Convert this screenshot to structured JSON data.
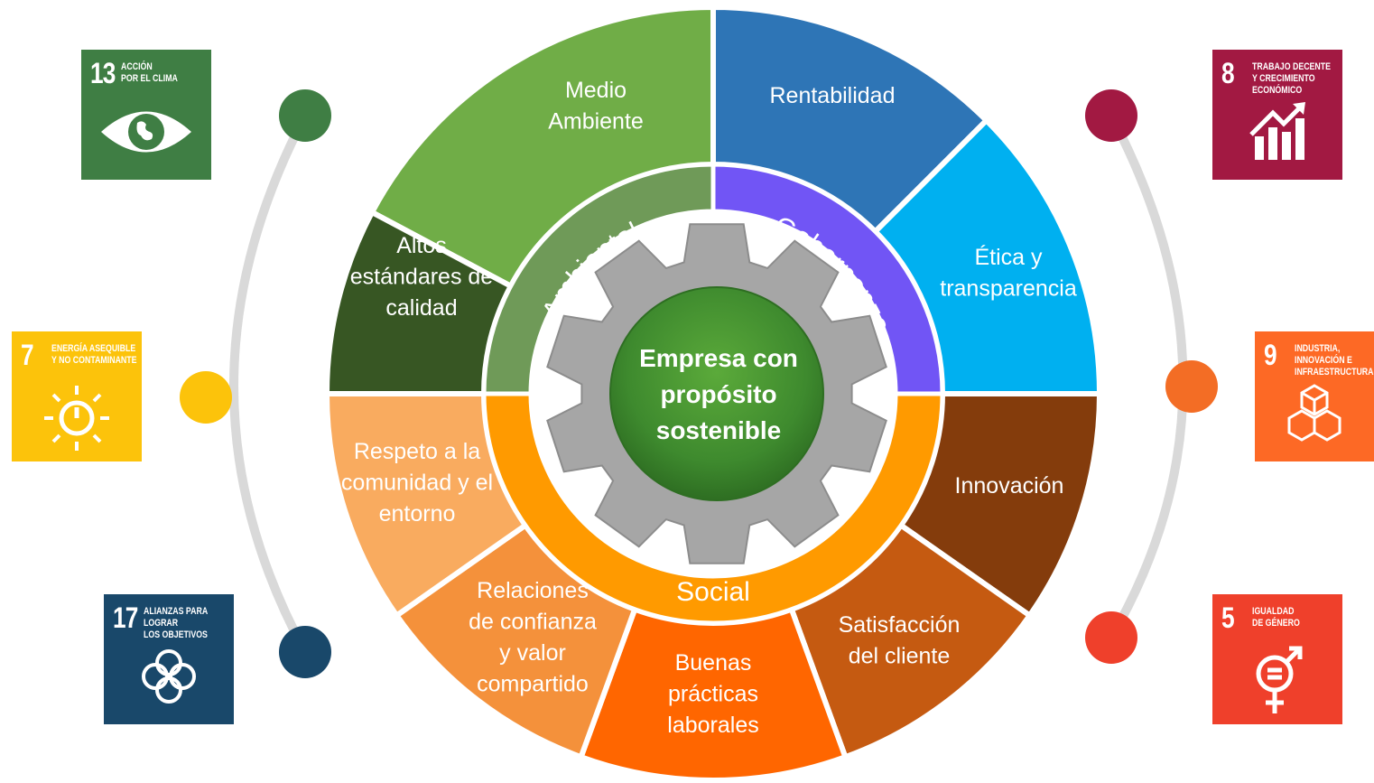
{
  "center": {
    "line1": "Empresa con",
    "line2": "propósito",
    "line3": "sostenible"
  },
  "pillars": {
    "ambiental": "Ambiental",
    "gobernanza": "Gobernanza",
    "social": "Social"
  },
  "segments": [
    {
      "key": "medio",
      "lines": [
        "Medio",
        "Ambiente"
      ],
      "color": "#70AD47"
    },
    {
      "key": "rentabilidad",
      "lines": [
        "Rentabilidad"
      ],
      "color": "#2E75B6"
    },
    {
      "key": "etica",
      "lines": [
        "Ética y",
        "transparencia"
      ],
      "color": "#00B0F0"
    },
    {
      "key": "innovacion",
      "lines": [
        "Innovación"
      ],
      "color": "#843C0C"
    },
    {
      "key": "satisfaccion",
      "lines": [
        "Satisfacción",
        "del cliente"
      ],
      "color": "#C55A11"
    },
    {
      "key": "buenas",
      "lines": [
        "Buenas",
        "prácticas",
        "laborales"
      ],
      "color": "#FF6600"
    },
    {
      "key": "relaciones",
      "lines": [
        "Relaciones",
        "de confianza",
        "y valor",
        "compartido"
      ],
      "color": "#F4913B"
    },
    {
      "key": "respeto",
      "lines": [
        "Respeto a la",
        "comunidad y el",
        "entorno"
      ],
      "color": "#F9AB5F"
    },
    {
      "key": "altos",
      "lines": [
        "Altos",
        "estándares de",
        "calidad"
      ],
      "color": "#375623"
    }
  ],
  "sdgs": {
    "s13": {
      "number": "13",
      "title": "ACCIÓN\nPOR EL CLIMA",
      "color": "#3F7E44",
      "icon": "eye-globe-icon"
    },
    "s7": {
      "number": "7",
      "title": "ENERGÍA ASEQUIBLE\nY NO CONTAMINANTE",
      "color": "#FCC30B",
      "icon": "sun-power-icon"
    },
    "s17": {
      "number": "17",
      "title": "ALIANZAS PARA\nLOGRAR\nLOS OBJETIVOS",
      "color": "#19486A",
      "icon": "flower-rings-icon"
    },
    "s8": {
      "number": "8",
      "title": "TRABAJO DECENTE\nY CRECIMIENTO\nECONÓMICO",
      "color": "#A21942",
      "icon": "growth-chart-icon"
    },
    "s9": {
      "number": "9",
      "title": "INDUSTRIA,\nINNOVACIÓN E\nINFRAESTRUCTURA",
      "color": "#FD6925",
      "icon": "cubes-icon"
    },
    "s5": {
      "number": "5",
      "title": "IGUALDAD\nDE GÉNERO",
      "color": "#EF402B",
      "icon": "gender-equality-icon"
    }
  },
  "dots": {
    "d13": "#3F7E44",
    "d7": "#FCC30B",
    "d17": "#19486A",
    "d8": "#A21942",
    "d9": "#F36D25",
    "d5": "#EF402B"
  }
}
